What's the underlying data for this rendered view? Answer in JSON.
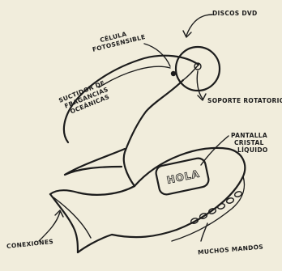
{
  "labels": {
    "discos": "DISCOS DVD",
    "celula": [
      "CÉLULA",
      "FOTOSENSIBLE"
    ],
    "suctidor": [
      "SUCTIDOR DE",
      "FRAGANCIAS",
      "OCEÁNICAS"
    ],
    "soporte": "SOPORTE ROTATORIO",
    "pantalla": [
      "PANTALLA",
      "CRISTAL",
      "LÍQUIDO"
    ],
    "conexiones": "CONEXIONES",
    "mandos": "MUCHOS MANDOS"
  },
  "screen_text": "HOLA"
}
